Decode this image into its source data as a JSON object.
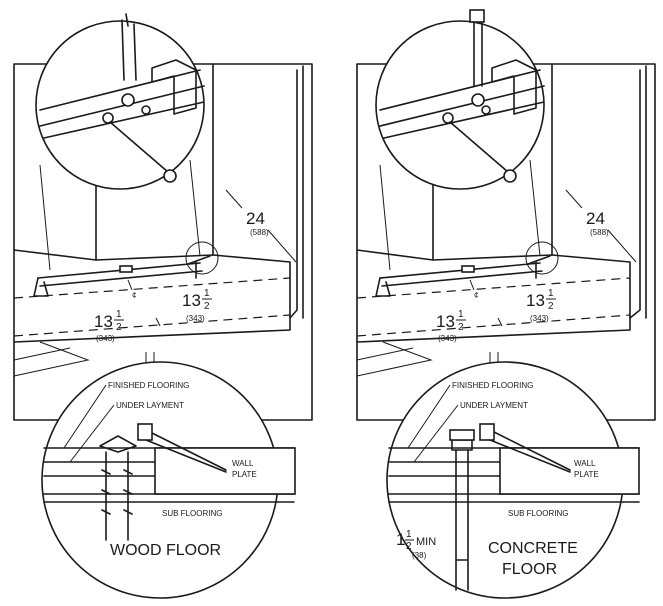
{
  "diagrams": [
    {
      "id": "left",
      "dims": {
        "top_whole": "24",
        "top_mm": "(588)",
        "left_whole": "13",
        "left_frac_num": "1",
        "left_frac_den": "2",
        "left_mm": "(343)",
        "right_whole": "13",
        "right_frac_num": "1",
        "right_frac_den": "2",
        "right_mm": "(343)",
        "centerline": "¢"
      },
      "labels": {
        "finished": "FINISHED FLOORING",
        "underlayment": "UNDER LAYMENT",
        "wall": "WALL",
        "plate": "PLATE",
        "sub": "SUB FLOORING",
        "floor_line1": "WOOD FLOOR",
        "floor_line2": ""
      }
    },
    {
      "id": "right",
      "dims": {
        "top_whole": "24",
        "top_mm": "(588)",
        "left_whole": "13",
        "left_frac_num": "1",
        "left_frac_den": "2",
        "left_mm": "(343)",
        "right_whole": "13",
        "right_frac_num": "1",
        "right_frac_den": "2",
        "right_mm": "(343)",
        "centerline": "¢"
      },
      "labels": {
        "finished": "FINISHED FLOORING",
        "underlayment": "UNDER LAYMENT",
        "wall": "WALL",
        "plate": "PLATE",
        "sub": "SUB FLOORING",
        "floor_line1": "CONCRETE",
        "floor_line2": "FLOOR"
      },
      "min": {
        "frac_num": "1",
        "frac_den": "2",
        "text": "MIN",
        "mm": "(38)"
      }
    }
  ]
}
